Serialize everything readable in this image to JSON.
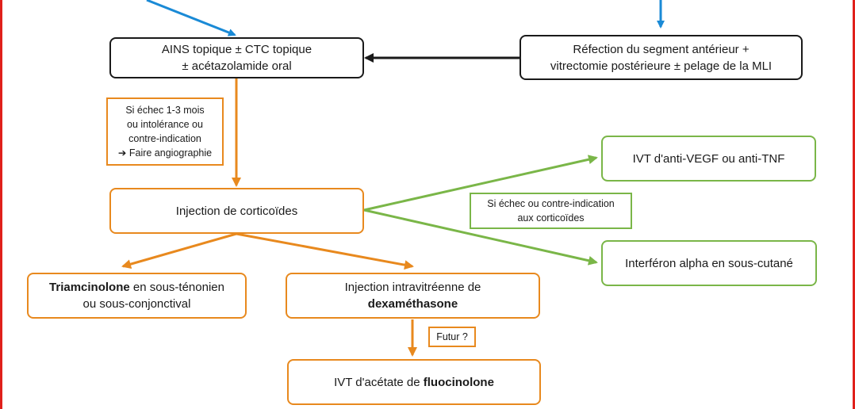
{
  "colors": {
    "frame": "#e0201b",
    "blue_arrow": "#1a8ad6",
    "black": "#1a1a1a",
    "orange": "#e8891e",
    "green": "#7ab648"
  },
  "boxes": {
    "ains": {
      "line1": "AINS topique ± CTC topique",
      "line2": "± acétazolamide oral"
    },
    "refection": {
      "line1": "Réfection du segment antérieur +",
      "line2": "vitrectomie postérieure ± pelage de la MLI"
    },
    "injection_cortico": {
      "text": "Injection de corticoïdes"
    },
    "triamcinolone": {
      "bold": "Triamcinolone",
      "rest": " en sous-ténonien",
      "line2": "ou sous-conjonctival"
    },
    "dexamethasone": {
      "line1": "Injection intravitréenne de",
      "bold": "dexaméthasone"
    },
    "fluocinolone": {
      "prefix": "IVT d'acétate de ",
      "bold": "fluocinolone"
    },
    "anti_vegf": {
      "text": "IVT d'anti-VEGF ou anti-TNF"
    },
    "interferon": {
      "text": "Interféron alpha en sous-cutané"
    }
  },
  "notes": {
    "echec": {
      "line1": "Si échec 1-3 mois",
      "line2": "ou intolérance ou",
      "line3": "contre-indication",
      "line4": "➔ Faire angiographie"
    },
    "echec_cortico": {
      "line1": "Si échec ou contre-indication",
      "line2": "aux corticoïdes"
    },
    "futur": {
      "text": "Futur ?"
    }
  }
}
